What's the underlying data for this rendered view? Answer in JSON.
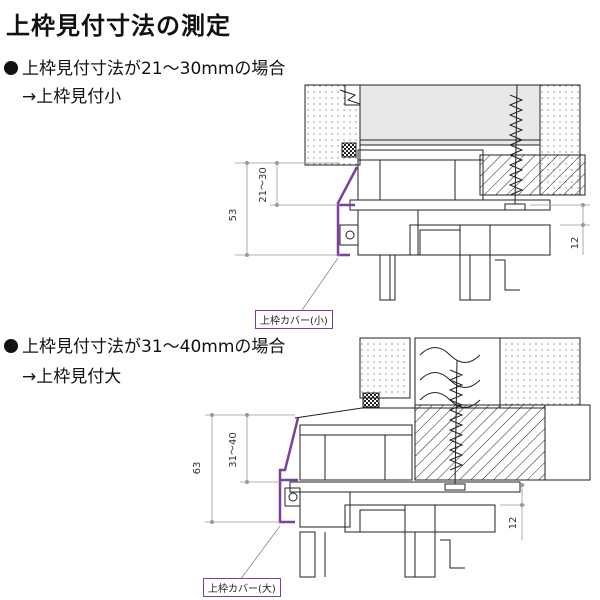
{
  "title": "上枠見付寸法の測定",
  "section_small": {
    "heading": "上枠見付寸法が21～30mmの場合",
    "result": "→上枠見付小",
    "dim_total": "53",
    "dim_range": "21～30",
    "dim_small": "12",
    "callout": "上枠カバー(小)"
  },
  "section_large": {
    "heading": "上枠見付寸法が31～40mmの場合",
    "result": "→上枠見付大",
    "dim_total": "63",
    "dim_range": "31～40",
    "dim_small": "12",
    "callout": "上枠カバー(大)"
  },
  "colors": {
    "cover": "#7b3fa0",
    "line": "#222222",
    "dim": "#888888"
  }
}
